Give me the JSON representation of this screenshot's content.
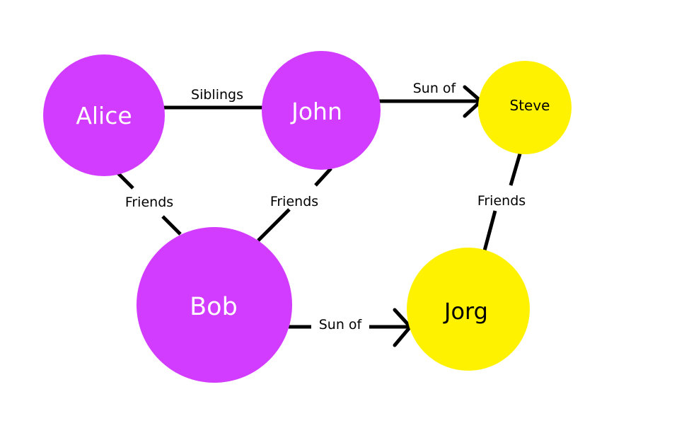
{
  "colors": {
    "purple": "#d23cff",
    "yellow": "#fff200",
    "edge": "#000000"
  },
  "nodes": {
    "alice": {
      "label": "Alice",
      "fill": "#d23cff"
    },
    "john": {
      "label": "John",
      "fill": "#d23cff"
    },
    "steve": {
      "label": "Steve",
      "fill": "#fff200"
    },
    "bob": {
      "label": "Bob",
      "fill": "#d23cff"
    },
    "jorg": {
      "label": "Jorg",
      "fill": "#fff200"
    }
  },
  "edges": {
    "alice_john": {
      "label": "Siblings"
    },
    "john_steve": {
      "label": "Sun of"
    },
    "alice_bob": {
      "label": "Friends"
    },
    "john_bob": {
      "label": "Friends"
    },
    "steve_jorg": {
      "label": "Friends"
    },
    "bob_jorg": {
      "label": "Sun of"
    }
  }
}
